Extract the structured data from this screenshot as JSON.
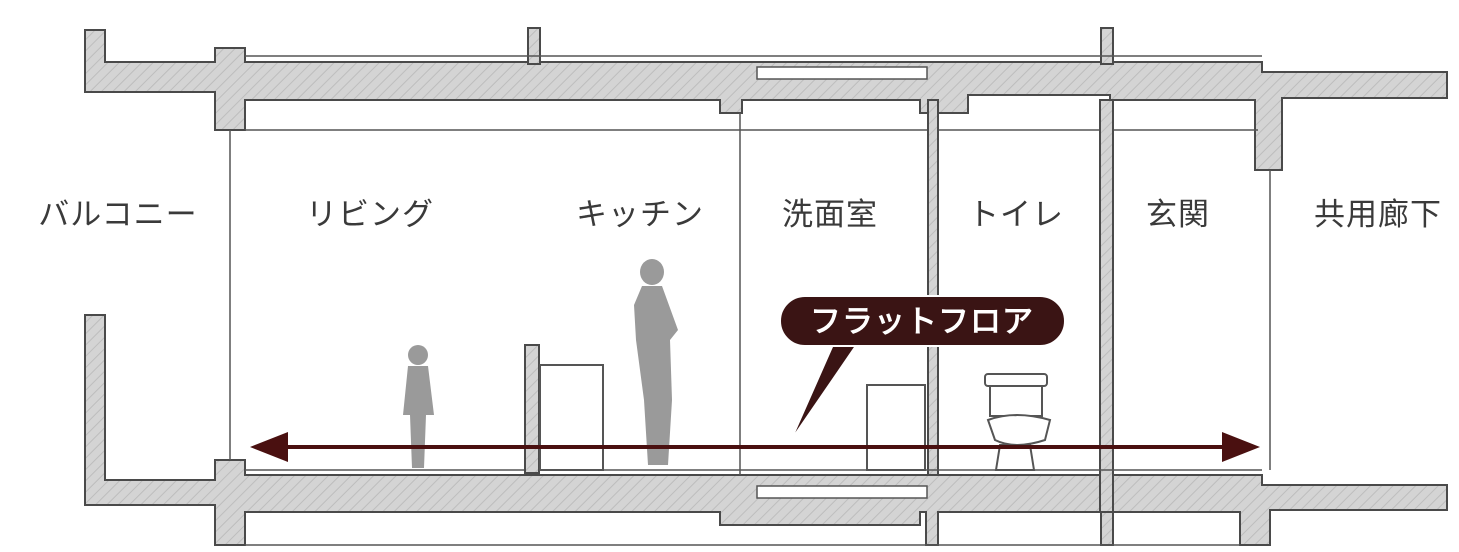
{
  "rooms": {
    "balcony": "バルコニー",
    "living": "リビング",
    "kitchen": "キッチン",
    "washroom": "洗面室",
    "toilet": "トイレ",
    "entrance": "玄関",
    "corridor": "共用廊下"
  },
  "callout": {
    "label": "フラットフロア",
    "bg_color": "#3a1414"
  },
  "colors": {
    "arrow": "#4a1010",
    "concrete": "#d0d0d0"
  }
}
